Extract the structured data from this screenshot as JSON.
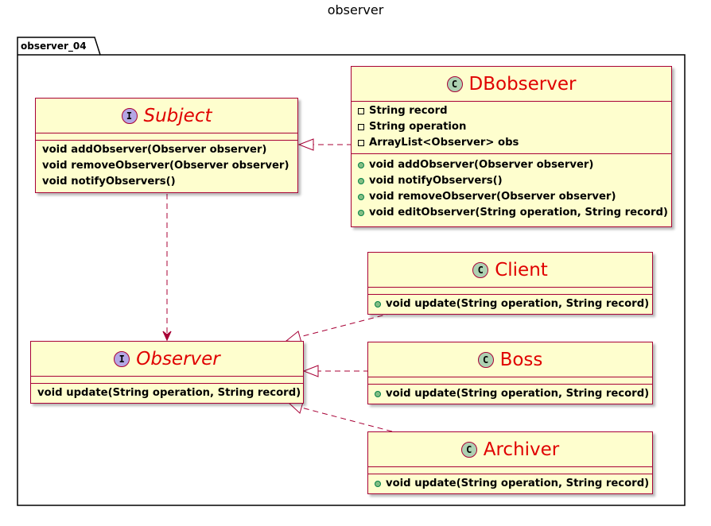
{
  "title": "observer",
  "package": {
    "name": "observer_04"
  },
  "colors": {
    "box_fill": "#fefece",
    "box_border": "#a80036",
    "class_name": "#e00000",
    "class_circle": "#add1b2",
    "interface_circle": "#b4a7e5"
  },
  "classes": {
    "subject": {
      "name": "Subject",
      "stereotype_letter": "I",
      "kind": "interface",
      "methods": [
        "void addObserver(Observer observer)",
        "void removeObserver(Observer observer)",
        "void notifyObservers()"
      ]
    },
    "dbobserver": {
      "name": "DBobserver",
      "stereotype_letter": "C",
      "kind": "class",
      "fields": [
        "String record",
        "String operation",
        "ArrayList<Observer> obs"
      ],
      "methods": [
        "void addObserver(Observer observer)",
        "void notifyObservers()",
        "void removeObserver(Observer observer)",
        "void editObserver(String operation, String record)"
      ]
    },
    "observer": {
      "name": "Observer",
      "stereotype_letter": "I",
      "kind": "interface",
      "methods": [
        "void update(String operation, String record)"
      ]
    },
    "client": {
      "name": "Client",
      "stereotype_letter": "C",
      "kind": "class",
      "methods": [
        "void update(String operation, String record)"
      ]
    },
    "boss": {
      "name": "Boss",
      "stereotype_letter": "C",
      "kind": "class",
      "methods": [
        "void update(String operation, String record)"
      ]
    },
    "archiver": {
      "name": "Archiver",
      "stereotype_letter": "C",
      "kind": "class",
      "methods": [
        "void update(String operation, String record)"
      ]
    }
  },
  "relations": [
    {
      "from": "DBobserver",
      "to": "Subject",
      "type": "realization"
    },
    {
      "from": "Subject",
      "to": "Observer",
      "type": "dependency"
    },
    {
      "from": "Client",
      "to": "Observer",
      "type": "realization"
    },
    {
      "from": "Boss",
      "to": "Observer",
      "type": "realization"
    },
    {
      "from": "Archiver",
      "to": "Observer",
      "type": "realization"
    }
  ]
}
